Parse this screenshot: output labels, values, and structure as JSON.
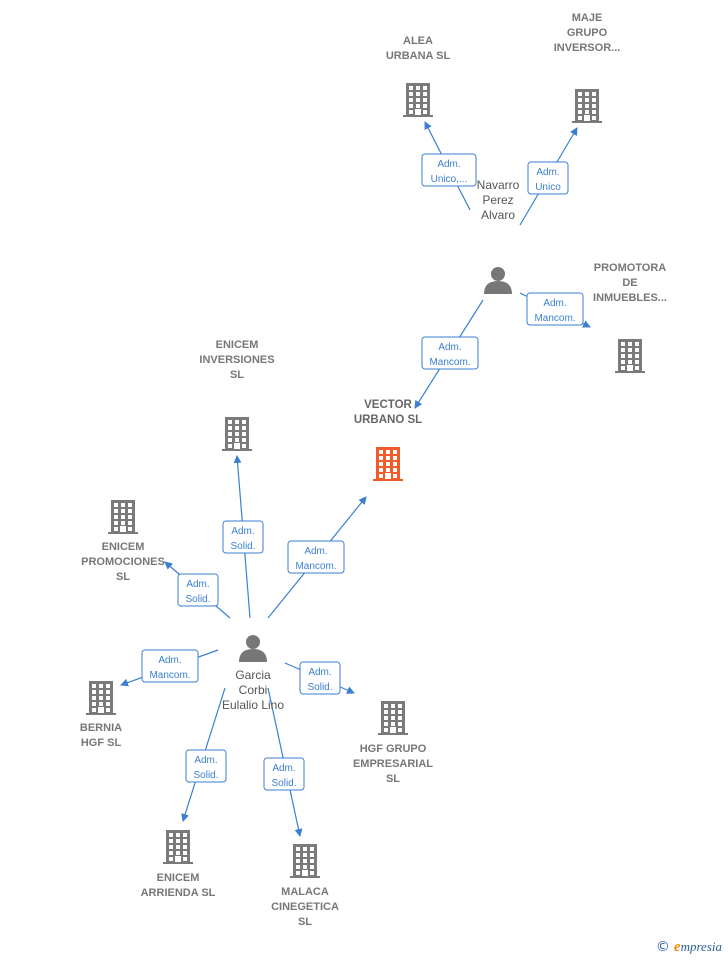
{
  "colors": {
    "edge": "#3a7fd0",
    "building": "#7a7a7a",
    "main_building": "#f05a28",
    "person": "#777777"
  },
  "companies": [
    {
      "id": "vector",
      "lines": [
        "VECTOR",
        "URBANO  SL"
      ],
      "main": true
    },
    {
      "id": "alea",
      "lines": [
        "ALEA",
        "URBANA  SL"
      ]
    },
    {
      "id": "maje",
      "lines": [
        "MAJE",
        "GRUPO",
        "INVERSOR..."
      ]
    },
    {
      "id": "promotora",
      "lines": [
        "PROMOTORA",
        "DE",
        "INMUEBLES..."
      ]
    },
    {
      "id": "enicem_inv",
      "lines": [
        "ENICEM",
        "INVERSIONES",
        "SL"
      ]
    },
    {
      "id": "enicem_prom",
      "lines": [
        "ENICEM",
        "PROMOCIONES",
        "SL"
      ]
    },
    {
      "id": "bernia",
      "lines": [
        "BERNIA",
        "HGF  SL"
      ]
    },
    {
      "id": "hgf",
      "lines": [
        "HGF GRUPO",
        "EMPRESARIAL",
        "SL"
      ]
    },
    {
      "id": "enicem_arr",
      "lines": [
        "ENICEM",
        "ARRIENDA  SL"
      ]
    },
    {
      "id": "malaca",
      "lines": [
        "MALACA",
        "CINEGETICA",
        "SL"
      ]
    }
  ],
  "persons": [
    {
      "id": "navarro",
      "lines": [
        "Navarro",
        "Perez",
        "Alvaro"
      ]
    },
    {
      "id": "garcia",
      "lines": [
        "Garcia",
        "Corbi",
        "Eulalio Lino"
      ]
    }
  ],
  "edges": [
    {
      "from": "navarro",
      "to": "alea",
      "label": [
        "Adm.",
        "Unico,..."
      ]
    },
    {
      "from": "navarro",
      "to": "maje",
      "label": [
        "Adm.",
        "Unico"
      ]
    },
    {
      "from": "navarro",
      "to": "promotora",
      "label": [
        "Adm.",
        "Mancom."
      ]
    },
    {
      "from": "navarro",
      "to": "vector",
      "label": [
        "Adm.",
        "Mancom."
      ]
    },
    {
      "from": "garcia",
      "to": "enicem_inv",
      "label": [
        "Adm.",
        "Solid."
      ]
    },
    {
      "from": "garcia",
      "to": "vector",
      "label": [
        "Adm.",
        "Mancom."
      ]
    },
    {
      "from": "garcia",
      "to": "enicem_prom",
      "label": [
        "Adm.",
        "Solid."
      ]
    },
    {
      "from": "garcia",
      "to": "bernia",
      "label": [
        "Adm.",
        "Mancom."
      ]
    },
    {
      "from": "garcia",
      "to": "hgf",
      "label": [
        "Adm.",
        "Solid."
      ]
    },
    {
      "from": "garcia",
      "to": "enicem_arr",
      "label": [
        "Adm.",
        "Solid."
      ]
    },
    {
      "from": "garcia",
      "to": "malaca",
      "label": [
        "Adm.",
        "Solid."
      ]
    }
  ],
  "brand": {
    "copyright": "©",
    "initial": "e",
    "rest": "mpresia"
  }
}
